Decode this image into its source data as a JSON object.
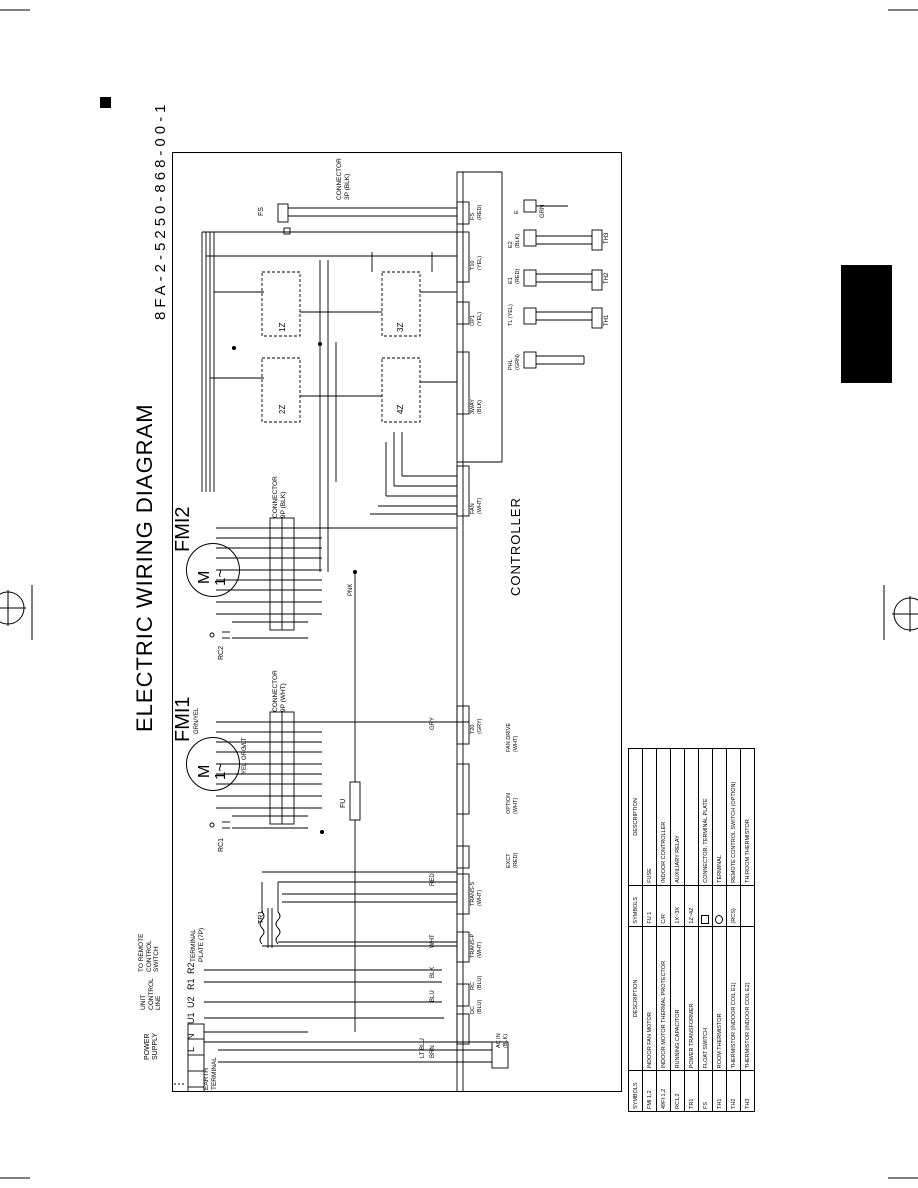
{
  "diagram_title": "ELECTRIC WIRING DIAGRAM",
  "drawing_number": "8FA-2-5250-868-00-1",
  "motors": {
    "fm1": "FMI1",
    "fm2": "FMI2",
    "symbol_m": "M",
    "symbol_ac": "1~"
  },
  "terminals": {
    "power_supply": "POWER SUPPLY",
    "unit_control_line": "UNIT CONTROL LINE",
    "remote_switch": "TO REMOTE CONTROL SWITCH",
    "terminal_plate": "TERMINAL PLATE (7P)",
    "earth_terminal": "EARTH TERMINAL",
    "labels": [
      "L",
      "N",
      "U1",
      "U2",
      "R1",
      "R2"
    ]
  },
  "connectors": {
    "fm1_connector": "CONNECTOR 9P (WHT)",
    "fm2_connector": "CONNECTOR 9P (BLK)",
    "fs_connector": "CONNECTOR 3P (BLK)"
  },
  "components": {
    "controller": "CONTROLLER",
    "tr1": "TR1",
    "rc1": "RC1",
    "rc2": "RC2",
    "fu": "FU",
    "fs": "FS",
    "relays": [
      "1Z",
      "2Z",
      "3Z",
      "4Z"
    ],
    "th": [
      "TH1",
      "TH2",
      "TH3"
    ]
  },
  "board_headers": [
    "AC IN (BLK)",
    "DC (BLU)",
    "RC (BLU)",
    "TRANS-P (WHT)",
    "TRANS-S (WHT)",
    "EXCT (RED)",
    "OPTION (WHT)",
    "FAN DRIVE (WHT)",
    "T20 (GRY)",
    "FAN (WHT)",
    "3WAY (BLK)",
    "OP1 (YEL)",
    "T10 (YEL)",
    "FS (RED)",
    "PHL (GRN)",
    "TL (YEL)",
    "E1 (RED)",
    "E2 (BLK)",
    "E"
  ],
  "wire_colors": [
    "BRN",
    "LT BLU",
    "PNK",
    "BLU",
    "WHT",
    "BLK",
    "RED",
    "GRY",
    "YEL",
    "ORG",
    "VLT",
    "GRN/YEL",
    "GRN"
  ],
  "legend": {
    "headers": [
      "SYMBOLS",
      "DESCRIPTION",
      "SYMBOLS",
      "DESCRIPTION"
    ],
    "rows": [
      [
        "FMI 1,2",
        "INDOOR FAN MOTOR",
        "FU 1",
        "FUSE"
      ],
      [
        "49FI 1,2",
        "INDOOR MOTOR THERMAL PROTECTOR",
        "C/R",
        "INDOOR CONTROLLER"
      ],
      [
        "RC1,2",
        "RUNNING CAPACITOR",
        "1X~3X",
        "AUXILIARY RELAY"
      ],
      [
        "TR1",
        "POWER TRANSFORMER",
        "1Z~4Z",
        ""
      ],
      [
        "FS",
        "FLOAT SWITCH",
        "",
        "CONNECTOR, TERMINAL PLATE"
      ],
      [
        "TH1",
        "ROOM THERMISTOR",
        "",
        "TERMINAL"
      ],
      [
        "TH2",
        "THERMISTOR (INDOOR COIL E1)",
        "(RCS)",
        "REMOTE CONTROL SWITCH (OPTION)"
      ],
      [
        "TH3",
        "THERMISTOR (INDOOR COIL E2)",
        "",
        "TH:ROOM THERMISTOR"
      ]
    ]
  }
}
